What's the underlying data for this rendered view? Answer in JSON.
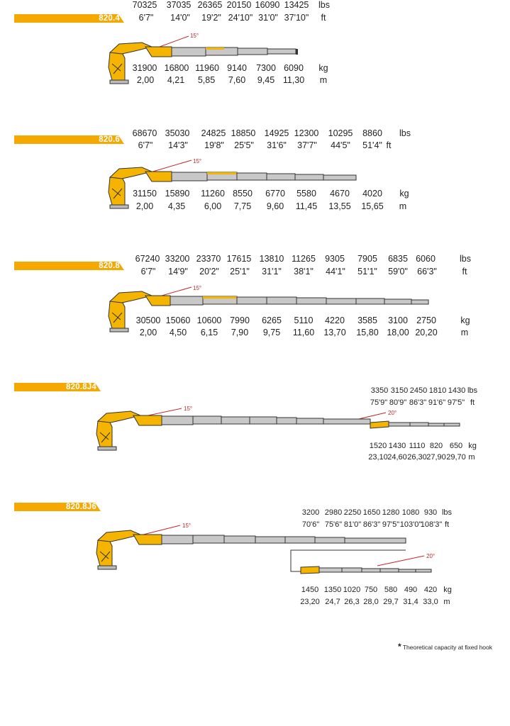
{
  "sections": [
    {
      "model": "820.4",
      "angle": "15°",
      "lbs": [
        "70325",
        "37035",
        "26365",
        "20150",
        "16090",
        "13425"
      ],
      "ft": [
        "6'7\"",
        "14'0\"",
        "19'2\"",
        "24'10\"",
        "31'0\"",
        "37'10\""
      ],
      "kg": [
        "31900",
        "16800",
        "11960",
        "9140",
        "7300",
        "6090"
      ],
      "m": [
        "2,00",
        "4,21",
        "5,85",
        "7,60",
        "9,45",
        "11,30"
      ],
      "unit_lbs": "lbs",
      "unit_ft": "ft",
      "unit_kg": "kg",
      "unit_m": "m"
    },
    {
      "model": "820.6",
      "angle": "15°",
      "lbs": [
        "68670",
        "35030",
        "24825",
        "18850",
        "14925",
        "12300",
        "10295",
        "8860"
      ],
      "ft": [
        "6'7\"",
        "14'3\"",
        "19'8\"",
        "25'5\"",
        "31'6\"",
        "37'7\"",
        "44'5\"",
        "51'4\""
      ],
      "kg": [
        "31150",
        "15890",
        "11260",
        "8550",
        "6770",
        "5580",
        "4670",
        "4020"
      ],
      "m": [
        "2,00",
        "4,35",
        "6,00",
        "7,75",
        "9,60",
        "11,45",
        "13,55",
        "15,65"
      ],
      "unit_lbs": "lbs",
      "unit_ft": "ft",
      "unit_kg": "kg",
      "unit_m": "m"
    },
    {
      "model": "820.8",
      "angle": "15°",
      "lbs": [
        "67240",
        "33200",
        "23370",
        "17615",
        "13810",
        "11265",
        "9305",
        "7905",
        "6835",
        "6060"
      ],
      "ft": [
        "6'7\"",
        "14'9\"",
        "20'2\"",
        "25'1\"",
        "31'1\"",
        "38'1\"",
        "44'1\"",
        "51'1\"",
        "59'0\"",
        "66'3\""
      ],
      "kg": [
        "30500",
        "15060",
        "10600",
        "7990",
        "6265",
        "5110",
        "4220",
        "3585",
        "3100",
        "2750"
      ],
      "m": [
        "2,00",
        "4,50",
        "6,15",
        "7,90",
        "9,75",
        "11,60",
        "13,70",
        "15,80",
        "18,00",
        "20,20"
      ],
      "unit_lbs": "lbs",
      "unit_ft": "ft",
      "unit_kg": "kg",
      "unit_m": "m"
    },
    {
      "model": "820.8J4",
      "angle": "15°",
      "jib_angle": "20°",
      "lbs": [
        "3350",
        "3150",
        "2450",
        "1810",
        "1430"
      ],
      "ft": [
        "75'9\"",
        "80'9\"",
        "86'3\"",
        "91'6\"",
        "97'5\""
      ],
      "kg": [
        "1520",
        "1430",
        "1110",
        "820",
        "650"
      ],
      "m": [
        "23,10",
        "24,60",
        "26,30",
        "27,90",
        "29,70"
      ],
      "unit_lbs": "lbs",
      "unit_ft": "ft",
      "unit_kg": "kg",
      "unit_m": "m"
    },
    {
      "model": "820.8J6",
      "angle": "15°",
      "jib_angle": "20°",
      "lbs": [
        "3200",
        "2980",
        "2250",
        "1650",
        "1280",
        "1080",
        "930"
      ],
      "ft": [
        "70'6\"",
        "75'6\"",
        "81'0\"",
        "86'3\"",
        "97'5\"",
        "103'0\"",
        "108'3\""
      ],
      "kg": [
        "1450",
        "1350",
        "1020",
        "750",
        "580",
        "490",
        "420"
      ],
      "m": [
        "23,20",
        "24,7",
        "26,3",
        "28,0",
        "29,7",
        "31,4",
        "33,0"
      ],
      "unit_lbs": "lbs",
      "unit_ft": "ft",
      "unit_kg": "kg",
      "unit_m": "m"
    }
  ],
  "footnote": {
    "star": "*",
    "text": "Theoretical capacity at fixed hook"
  },
  "colors": {
    "accent": "#f5a800",
    "boom_yellow": "#f4b400",
    "boom_grey": "#c8c8c8",
    "angle_line": "#c0282d",
    "outline": "#333333"
  }
}
